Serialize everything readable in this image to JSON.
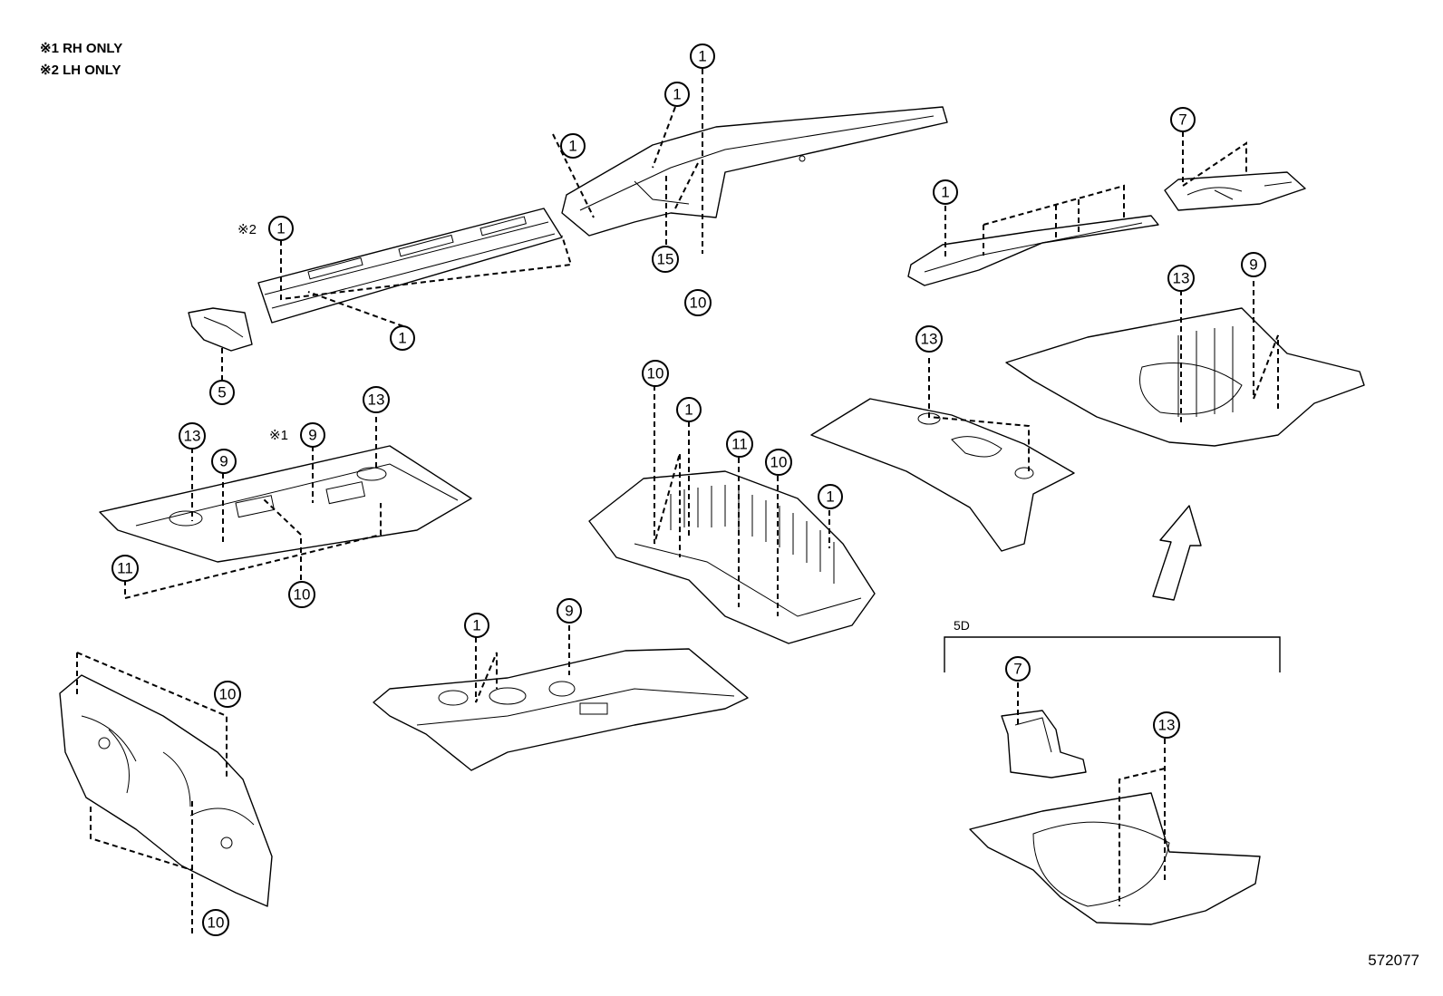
{
  "notes": {
    "rh_only": "※1 RH ONLY",
    "lh_only": "※2 LH ONLY"
  },
  "marks": {
    "rh": "※1",
    "lh": "※2"
  },
  "section_label": "5D",
  "document_number": "572077",
  "callouts": {
    "c1a": "1",
    "c1b": "1",
    "c1c": "1",
    "c1d": "1",
    "c1e": "1",
    "c1f": "1",
    "c1g": "1",
    "c1h": "1",
    "c1i": "1",
    "c5": "5",
    "c7a": "7",
    "c7b": "7",
    "c9a": "9",
    "c9b": "9",
    "c9c": "9",
    "c9d": "9",
    "c10a": "10",
    "c10b": "10",
    "c10c": "10",
    "c10d": "10",
    "c10e": "10",
    "c10f": "10",
    "c11a": "11",
    "c11b": "11",
    "c13a": "13",
    "c13b": "13",
    "c13c": "13",
    "c13d": "13",
    "c13e": "13",
    "c15": "15"
  }
}
